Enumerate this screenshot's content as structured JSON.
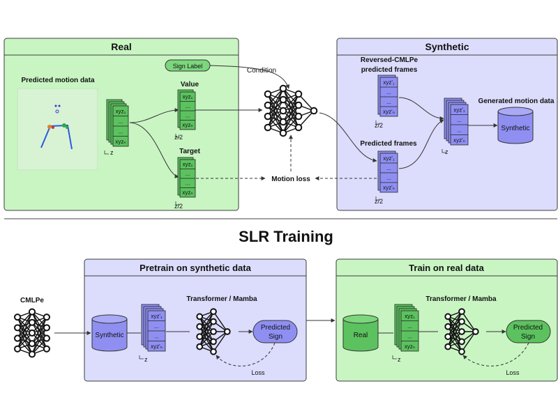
{
  "colors": {
    "green_panel": "#c9f5c3",
    "green_border": "#3d3d3d",
    "purple_panel": "#dcdcfc",
    "stack_green": "#5cc25f",
    "stack_purple": "#8f8ff2",
    "accent_green_label": "#7cd67c"
  },
  "top": {
    "real_title": "Real",
    "synthetic_title": "Synthetic",
    "predicted_motion_label": "Predicted motion data",
    "sign_label_pill": "Sign Label",
    "condition_label": "Condition",
    "value_label": "Value",
    "target_label": "Target",
    "motion_loss_label": "Motion loss",
    "reversed_label_line1": "Reversed-CMLPe",
    "reversed_label_line2": "predicted frames",
    "predicted_frames_label": "Predicted frames",
    "generated_label": "Generated motion data",
    "synthetic_db_label": "Synthetic",
    "z_label": "z",
    "z2_label": "z/2",
    "stack_top_text": "xyz₁",
    "stack_dots": "...",
    "stack_bottom_text": "xyzₙ",
    "stack_top_prime": "xyz'₁",
    "stack_bottom_prime": "xyz'ₙ"
  },
  "section_title": "SLR Training",
  "bottom": {
    "cmlpe_label": "CMLPe",
    "pretrain_title": "Pretrain on synthetic data",
    "train_title": "Train on real data",
    "transformer_label_left": "Transformer / Mamba",
    "transformer_label_right": "Transformer / Mamba",
    "synthetic_db": "Synthetic",
    "real_db": "Real",
    "predicted_sign_line1": "Predicted",
    "predicted_sign_line2": "Sign",
    "loss_label": "Loss",
    "z_label": "z"
  }
}
